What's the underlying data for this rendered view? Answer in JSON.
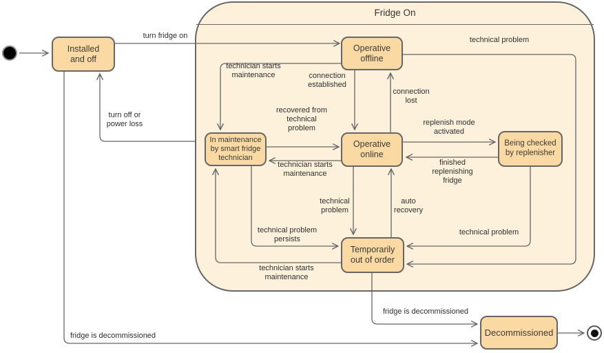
{
  "diagram": {
    "title": "Fridge On",
    "type": "uml-state-machine",
    "colors": {
      "state_fill": "#fbd9a3",
      "state_stroke": "#666666",
      "container_fill": "#fdf1dc",
      "edge": "#666666",
      "text": "#333333"
    },
    "states": {
      "installed": "Installed\nand off",
      "operative_offline": "Operative\noffline",
      "in_maintenance": "In maintenance\nby smart fridge\ntechnician",
      "operative_online": "Operative\nonline",
      "being_checked": "Being checked\nby replenisher",
      "temporarily_out": "Temporarily\nout of order",
      "decommissioned": "Decommissioned"
    },
    "transition_labels": {
      "turn_fridge_on": "turn fridge on",
      "turn_off_or_power_loss": "turn off or\npower loss",
      "technician_starts_maintenance_from_offline": "technician starts\nmaintenance",
      "connection_established": "connection\nestablished",
      "connection_lost": "connection\nlost",
      "recovered_from_technical_problem": "recovered from\ntechnical\nproblem",
      "technician_starts_maintenance_from_online": "technician starts\nmaintenance",
      "replenish_mode_activated": "replenish mode\nactivated",
      "finished_replenishing_fridge": "finished\nreplenishing\nfridge",
      "technical_problem_online_to_out": "technical\nproblem",
      "auto_recovery": "auto\nrecovery",
      "technical_problem_persists": "technical problem\npersists",
      "technician_starts_maintenance_from_out": "technician starts\nmaintenance",
      "technical_problem_from_checked": "technical problem",
      "technical_problem_from_offline": "technical problem",
      "fridge_is_decommissioned_from_out": "fridge is decommissioned",
      "fridge_is_decommissioned_from_installed": "fridge is decommissioned"
    }
  }
}
